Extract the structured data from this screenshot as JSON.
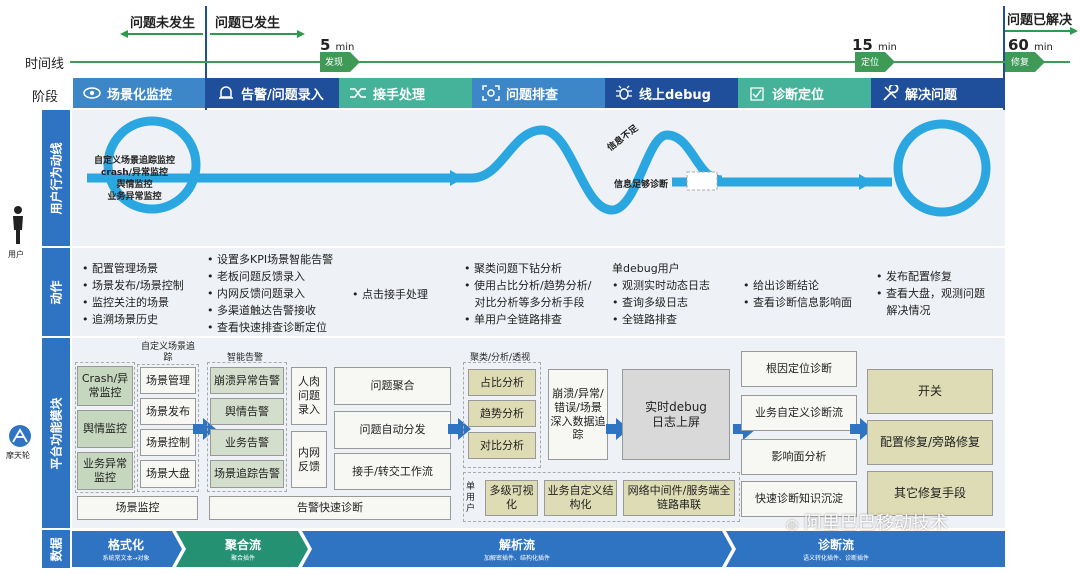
{
  "header": {
    "before_label": "问题未发生",
    "after_label": "问题已发生",
    "resolved_label": "问题已解决",
    "timeline_label": "时间线",
    "stage_label": "阶段",
    "milestones": [
      {
        "num": "5",
        "unit": "min",
        "tag": "发现"
      },
      {
        "num": "15",
        "unit": "min",
        "tag": "定位"
      },
      {
        "num": "60",
        "unit": "min",
        "tag": "修复"
      }
    ]
  },
  "stages": [
    {
      "label": "场景化监控",
      "icon": "eye-icon",
      "color": "#3d86c8"
    },
    {
      "label": "告警/问题录入",
      "icon": "alarm-bell-icon",
      "color": "#1f4e9b"
    },
    {
      "label": "接手处理",
      "icon": "shuffle-icon",
      "color": "#45b399"
    },
    {
      "label": "问题排查",
      "icon": "focus-icon",
      "color": "#3d86c8"
    },
    {
      "label": "线上debug",
      "icon": "bug-icon",
      "color": "#1f4e9b"
    },
    {
      "label": "诊断定位",
      "icon": "diagnose-icon",
      "color": "#45b399"
    },
    {
      "label": "解决问题",
      "icon": "wrench-icon",
      "color": "#1f4e9b"
    }
  ],
  "rows": {
    "user_flow": "用户行为动线",
    "actions": "动作",
    "platform": "平台功能模块",
    "data": "数据"
  },
  "actors": {
    "user": "用户",
    "platform": "摩天轮"
  },
  "flow": {
    "loop_labels": [
      "自定义场景追踪监控",
      "crash/异常监控",
      "舆情监控",
      "业务异常监控"
    ],
    "info_insufficient": "信息不足",
    "info_sufficient": "信息足够诊断"
  },
  "actions": {
    "col1": [
      "配置管理场景",
      "场景发布/场景控制",
      "监控关注的场景",
      "追溯场景历史"
    ],
    "col2": [
      "设置多KPI场景智能告警",
      "老板问题反馈录入",
      "内网反馈问题录入",
      "多渠道触达告警接收",
      "查看快速排查诊断定位"
    ],
    "col3": [
      "点击接手处理"
    ],
    "col4": [
      "聚类问题下钻分析",
      "使用占比分析/趋势分析/",
      "对比分析等多分析手段",
      "单用户全链路排查"
    ],
    "col5_title": "单debug用户",
    "col5": [
      "观测实时动态日志",
      "查询多级日志",
      "全链路排查"
    ],
    "col6": [
      "给出诊断结论",
      "查看诊断信息影响面"
    ],
    "col7": [
      "发布配置修复",
      "查看大盘，观测问题",
      "解决情况"
    ]
  },
  "modules": {
    "monitor_types": [
      "Crash/异常监控",
      "舆情监控",
      "业务异常监控"
    ],
    "custom_scene_title": "自定义场景追踪",
    "custom_scene": [
      "场景管理",
      "场景发布",
      "场景控制",
      "场景大盘"
    ],
    "scene_monitor": "场景监控",
    "smart_alert_title": "智能告警",
    "smart_alert": [
      "崩溃异常告警",
      "舆情告警",
      "业务告警",
      "场景追踪告警"
    ],
    "manual_entry": "人肉问题录入",
    "intranet_feedback": "内网反馈",
    "issue_cluster": "问题聚合",
    "auto_dispatch": "问题自动分发",
    "handover": "接手/转交工作流",
    "alert_diag": "告警快速诊断",
    "analysis_title": "聚类/分析/透视",
    "analysis": [
      "占比分析",
      "趋势分析",
      "对比分析"
    ],
    "deep_trace": "崩溃/异常/错误/场景深入数据追踪",
    "realtime_debug": "实时debug日志上屏",
    "single_user": "单用户",
    "single_user_items": [
      "多级可视化",
      "业务自定义结构化",
      "网络中间件/服务端全链路串联"
    ],
    "diagnosis": [
      "根因定位诊断",
      "业务自定义诊断流",
      "影响面分析",
      "快速诊断知识沉淀"
    ],
    "fix": [
      "开关",
      "配置修复/旁路修复",
      "其它修复手段"
    ]
  },
  "data_flows": [
    {
      "main": "格式化",
      "sub": "系统常文本→对象"
    },
    {
      "main": "聚合流",
      "sub": "聚合插件"
    },
    {
      "main": "解析流",
      "sub": "加解密插件、结构化插件"
    },
    {
      "main": "诊断流",
      "sub": "语义转化插件、诊断插件"
    }
  ],
  "watermark": "阿里巴巴移动技术",
  "colors": {
    "band_blue": "#2f74c2",
    "light_blue": "#3d86c8",
    "dark_blue": "#1f4e9b",
    "teal": "#45b399",
    "timeline_green": "#3f9a57",
    "flow_wave": "#2aa7e0"
  }
}
